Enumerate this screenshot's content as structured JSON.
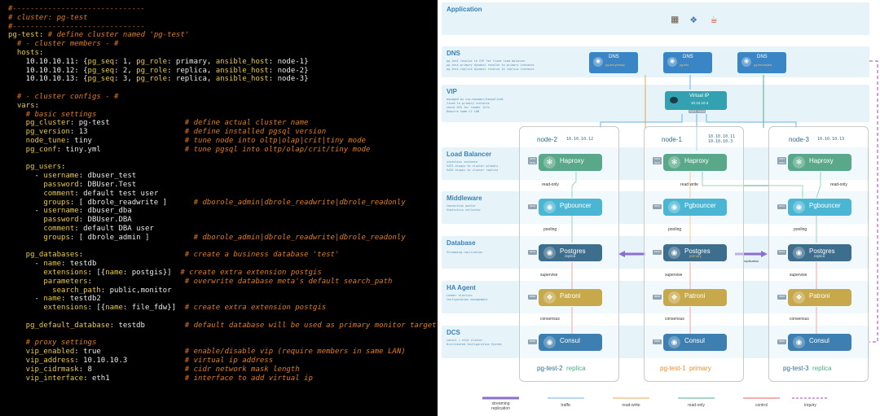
{
  "code_lines": [
    [
      [
        "c-com",
        "#------------------------------"
      ]
    ],
    [
      [
        "c-com",
        "# cluster: pg-test"
      ]
    ],
    [
      [
        "c-com",
        "#------------------------------"
      ]
    ],
    [
      [
        "c-key",
        "pg-test"
      ],
      [
        "c-val",
        ": "
      ],
      [
        "c-com",
        "# define cluster named 'pg-test'"
      ]
    ],
    [
      [
        "c-com",
        "  # - cluster members - #"
      ]
    ],
    [
      [
        "c-key",
        "  hosts"
      ],
      [
        "c-val",
        ":"
      ]
    ],
    [
      [
        "c-num",
        "    10.10.10.11"
      ],
      [
        "c-val",
        ": {"
      ],
      [
        "c-key",
        "pg_seq"
      ],
      [
        "c-val",
        ": 1, "
      ],
      [
        "c-key",
        "pg_role"
      ],
      [
        "c-val",
        ": primary, "
      ],
      [
        "c-key",
        "ansible_host"
      ],
      [
        "c-val",
        ": node-1}"
      ]
    ],
    [
      [
        "c-num",
        "    10.10.10.12"
      ],
      [
        "c-val",
        ": {"
      ],
      [
        "c-key",
        "pg_seq"
      ],
      [
        "c-val",
        ": 2, "
      ],
      [
        "c-key",
        "pg_role"
      ],
      [
        "c-val",
        ": replica, "
      ],
      [
        "c-key",
        "ansible_host"
      ],
      [
        "c-val",
        ": node-2}"
      ]
    ],
    [
      [
        "c-num",
        "    10.10.10.13"
      ],
      [
        "c-val",
        ": {"
      ],
      [
        "c-key",
        "pg_seq"
      ],
      [
        "c-val",
        ": 3, "
      ],
      [
        "c-key",
        "pg_role"
      ],
      [
        "c-val",
        ": replica, "
      ],
      [
        "c-key",
        "ansible_host"
      ],
      [
        "c-val",
        ": node-3}"
      ]
    ],
    [],
    [
      [
        "c-com",
        "  # - cluster configs - #"
      ]
    ],
    [
      [
        "c-key",
        "  vars"
      ],
      [
        "c-val",
        ":"
      ]
    ],
    [
      [
        "c-com",
        "    # basic settings"
      ]
    ],
    [
      [
        "c-key",
        "    pg_cluster"
      ],
      [
        "c-val",
        ": pg-test                 "
      ],
      [
        "c-com",
        "# define actual cluster name"
      ]
    ],
    [
      [
        "c-key",
        "    pg_version"
      ],
      [
        "c-val",
        ": 13                      "
      ],
      [
        "c-com",
        "# define installed pgsql version"
      ]
    ],
    [
      [
        "c-key",
        "    node_tune"
      ],
      [
        "c-val",
        ": tiny                     "
      ],
      [
        "c-com",
        "# tune node into oltp|olap|crit|tiny mode"
      ]
    ],
    [
      [
        "c-key",
        "    pg_conf"
      ],
      [
        "c-val",
        ": tiny.yml                   "
      ],
      [
        "c-com",
        "# tune pgsql into oltp/olap/crit/tiny mode"
      ]
    ],
    [],
    [
      [
        "c-key",
        "    pg_users"
      ],
      [
        "c-val",
        ":"
      ]
    ],
    [
      [
        "c-val",
        "      - "
      ],
      [
        "c-key",
        "username"
      ],
      [
        "c-val",
        ": dbuser_test"
      ]
    ],
    [
      [
        "c-key",
        "        password"
      ],
      [
        "c-val",
        ": DBUser.Test"
      ]
    ],
    [
      [
        "c-key",
        "        comment"
      ],
      [
        "c-val",
        ": default test user"
      ]
    ],
    [
      [
        "c-key",
        "        groups"
      ],
      [
        "c-val",
        ": [ dbrole_readwrite ]      "
      ],
      [
        "c-com",
        "# dborole_admin|dbrole_readwrite|dbrole_readonly"
      ]
    ],
    [
      [
        "c-val",
        "      - "
      ],
      [
        "c-key",
        "username"
      ],
      [
        "c-val",
        ": dbuser_dba"
      ]
    ],
    [
      [
        "c-key",
        "        password"
      ],
      [
        "c-val",
        ": DBUser.DBA"
      ]
    ],
    [
      [
        "c-key",
        "        comment"
      ],
      [
        "c-val",
        ": default DBA user"
      ]
    ],
    [
      [
        "c-key",
        "        groups"
      ],
      [
        "c-val",
        ": [ dbrole_admin ]          "
      ],
      [
        "c-com",
        "# dborole_admin|dbrole_readwrite|dbrole_readonly"
      ]
    ],
    [],
    [
      [
        "c-key",
        "    pg_databases"
      ],
      [
        "c-val",
        ":                       "
      ],
      [
        "c-com",
        "# create a business database 'test'"
      ]
    ],
    [
      [
        "c-val",
        "      - "
      ],
      [
        "c-key",
        "name"
      ],
      [
        "c-val",
        ": testdb"
      ]
    ],
    [
      [
        "c-key",
        "        extensions"
      ],
      [
        "c-val",
        ": [{"
      ],
      [
        "c-key",
        "name"
      ],
      [
        "c-val",
        ": postgis}]  "
      ],
      [
        "c-com",
        "# create extra extension postgis"
      ]
    ],
    [
      [
        "c-key",
        "        parameters"
      ],
      [
        "c-val",
        ":                     "
      ],
      [
        "c-com",
        "# overwrite database meta's default search_path"
      ]
    ],
    [
      [
        "c-key",
        "          search_path"
      ],
      [
        "c-val",
        ": public,monitor"
      ]
    ],
    [
      [
        "c-val",
        "      - "
      ],
      [
        "c-key",
        "name"
      ],
      [
        "c-val",
        ": testdb2"
      ]
    ],
    [
      [
        "c-key",
        "        extensions"
      ],
      [
        "c-val",
        ": [{"
      ],
      [
        "c-key",
        "name"
      ],
      [
        "c-val",
        ": file_fdw}]  "
      ],
      [
        "c-com",
        "# create extra extension postgis"
      ]
    ],
    [],
    [
      [
        "c-key",
        "    pg_default_database"
      ],
      [
        "c-val",
        ": testdb         "
      ],
      [
        "c-com",
        "# default database will be used as primary monitor target"
      ]
    ],
    [],
    [
      [
        "c-com",
        "    # proxy settings"
      ]
    ],
    [
      [
        "c-key",
        "    vip_enabled"
      ],
      [
        "c-val",
        ": true                   "
      ],
      [
        "c-com",
        "# enable/disable vip (require members in same LAN)"
      ]
    ],
    [
      [
        "c-key",
        "    vip_address"
      ],
      [
        "c-val",
        ": 10.10.10.3             "
      ],
      [
        "c-com",
        "# virtual ip address"
      ]
    ],
    [
      [
        "c-key",
        "    vip_cidrmask"
      ],
      [
        "c-val",
        ": 8                     "
      ],
      [
        "c-com",
        "# cidr network mask length"
      ]
    ],
    [
      [
        "c-key",
        "    vip_interface"
      ],
      [
        "c-val",
        ": eth1                 "
      ],
      [
        "c-com",
        "# interface to add virtual ip"
      ]
    ]
  ],
  "layers": {
    "application": "Application",
    "dns": "DNS",
    "vip": "VIP",
    "load_balancer": "Load Balancer",
    "middleware": "Middleware",
    "database": "Database",
    "ha_agent": "HA Agent",
    "dcs": "DCS"
  },
  "layer_desc": {
    "dns": "pg-test resolve to VIP for fixed load balancer\npg-test-primary dynamic resolve to primary instance\npg-test-replica dynamic resolve to replica instance",
    "vip": "managed by vip-manager/keepalived\nfixed to primary instance\ncheck DCS for leader info\nRequire same L2 LAN",
    "load_balancer": "stateless instance\n5433 always to cluster primary\n5434 always to cluster replica",
    "middleware": "Connection pooler\nStatistics collector",
    "database": "Streaming replication",
    "ha_agent": "Leader election\nConfiguration management",
    "dcs": "consul / etcd cluster\nDistributed Configuration System"
  },
  "app_icons": [
    "cat-icon",
    "python-icon",
    "java-icon"
  ],
  "dns": [
    {
      "title": "DNS",
      "resolve": "pg-test-primary"
    },
    {
      "title": "DNS",
      "resolve": "pg-test"
    },
    {
      "title": "DNS",
      "resolve": "pg-test-replica"
    }
  ],
  "vip": {
    "title": "Virtual IP",
    "ip": "10.10.10.3",
    "ports": "5433 5434"
  },
  "nodes": [
    {
      "title": "node-2",
      "ip": "10.10.10.12",
      "cluster": "pg-test-2",
      "role": "replica",
      "lb_conn": "read-only",
      "pg_sub": "replica"
    },
    {
      "title": "node-1",
      "ip": "10.10.10.11\n10.10.10.3",
      "cluster": "pg-test-1",
      "role": "primary",
      "lb_conn": "read  write",
      "pg_sub": "primary"
    },
    {
      "title": "node-3",
      "ip": "10.10.10.13",
      "cluster": "pg-test-3",
      "role": "replica",
      "lb_conn": "read-only",
      "pg_sub": "replica"
    }
  ],
  "components": {
    "haproxy": "Haproxy",
    "pgbouncer": "Pgbouncer",
    "postgres": "Postgres",
    "patroni": "Patroni",
    "consul": "Consul"
  },
  "ports": {
    "haproxy": "5433 5434",
    "pgbouncer": "6432",
    "postgres": "5432",
    "patroni": "8008",
    "consul": "8500"
  },
  "connections": {
    "pooling": "pooling",
    "supervise": "supervise",
    "consensus": "consensus",
    "replication": "replication"
  },
  "legend": [
    {
      "label": "streaming\nreplication",
      "color": "#8a6fd1"
    },
    {
      "label": "traffic",
      "color": "#6ab0e0"
    },
    {
      "label": "read-write",
      "color": "#f0a34a"
    },
    {
      "label": "read-only",
      "color": "#4caf86"
    },
    {
      "label": "control",
      "color": "#e85c5c"
    },
    {
      "label": "inquiry",
      "color": "#a040c0"
    }
  ]
}
